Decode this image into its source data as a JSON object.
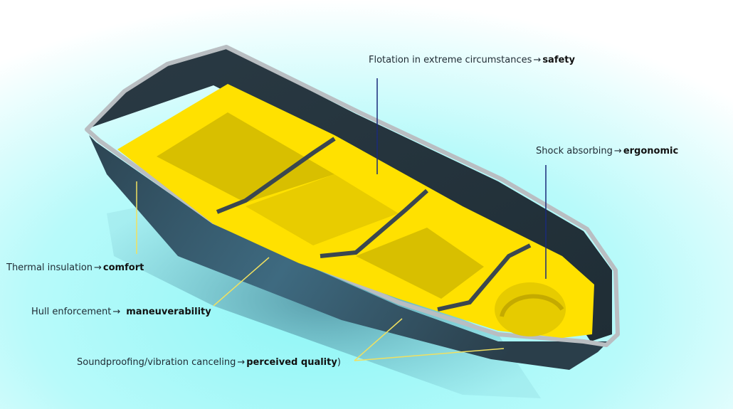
{
  "labels": {
    "flotation": {
      "text": "Flotation in extreme circumstances",
      "arrow": "→",
      "benefit": "safety"
    },
    "shock": {
      "text": "Shock absorbing",
      "arrow": "→",
      "benefit": "ergonomic"
    },
    "thermal": {
      "text": "Thermal insulation",
      "arrow": "→",
      "benefit": "comfort"
    },
    "hull": {
      "text": "Hull enforcement",
      "arrow": "→",
      "benefit": "maneuverability"
    },
    "sound": {
      "text": "Soundproofing/vibration canceling",
      "arrow": "→",
      "benefit": "perceived quality",
      "suffix": ")"
    }
  },
  "colors": {
    "background_glow": "#8ef6f6",
    "hull_dark": "#2b3c46",
    "hull_mid": "#3f6278",
    "rim": "#b9bec2",
    "foam_yellow": "#ffe100",
    "foam_shade": "#d8bf00",
    "navy_leader": "#1a2a7a",
    "yellow_leader": "#f0e060"
  }
}
